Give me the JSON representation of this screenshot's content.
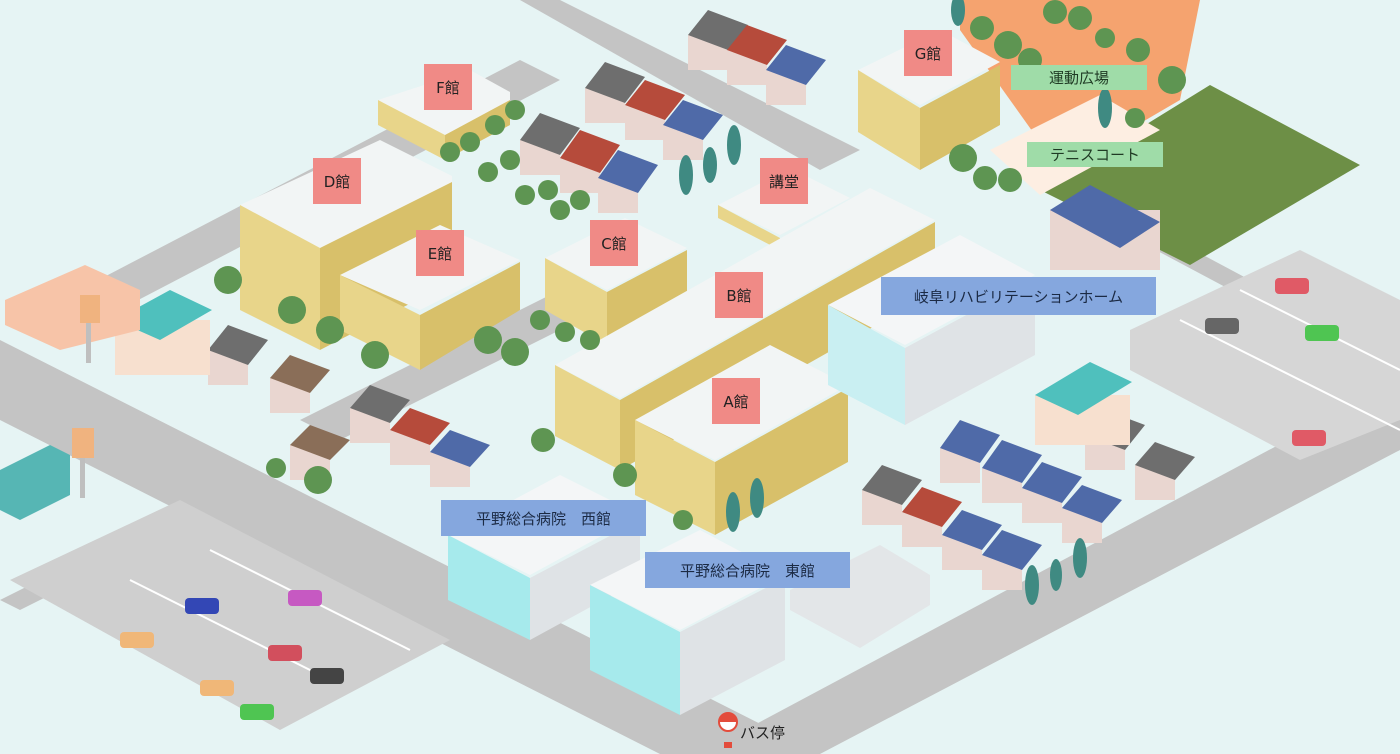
{
  "map": {
    "buildings": {
      "a": "A館",
      "b": "B館",
      "c": "C館",
      "d": "D館",
      "e": "E館",
      "f": "F館",
      "g": "G館",
      "kodo": "講堂"
    },
    "facilities": {
      "rehab_home": "岐阜リハビリテーションホーム",
      "hospital_west": "平野総合病院　西館",
      "hospital_east": "平野総合病院　東館",
      "sports_ground": "運動広場",
      "tennis_court": "テニスコート",
      "bus_stop": "バス停"
    },
    "colors": {
      "campus_label": "#f08a86",
      "facility_label": "#85a7de",
      "field_label": "#9fdca8",
      "ground_sand": "#f5a36f",
      "grass_field": "#6d8f46",
      "road": "#c4c4c4"
    }
  }
}
